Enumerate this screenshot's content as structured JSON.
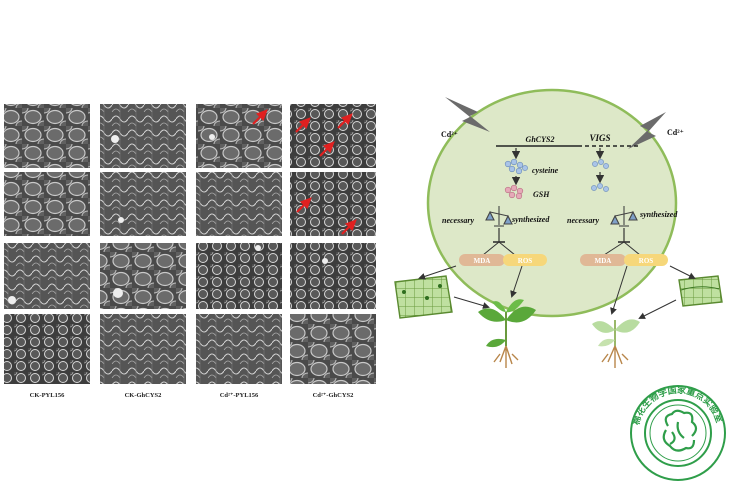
{
  "micrograph_panel": {
    "column_labels": [
      "CK-PYL156",
      "CK-GhCYS2",
      "Cd²⁺-PYL156",
      "Cd²⁺-GhCYS2"
    ],
    "rows": 4,
    "cols": 4
  },
  "mechanism": {
    "cd_label": "Cd²⁺",
    "gene_label": "GhCYS2",
    "vigs_label": "VIGS",
    "cysteine_label": "cysteine",
    "gsh_label": "GSH",
    "necessary_label": "necessary",
    "synthesized_label": "synthesized",
    "mda_label": "MDA",
    "ros_label": "ROS"
  },
  "colors": {
    "cell_fill": "#dde8c8",
    "cell_stroke": "#8fbc5a",
    "mda_pill": "#e0b896",
    "ros_pill": "#f6d77a",
    "molecule": "#a9c4e8",
    "molecule_pink": "#e6a9b8",
    "logo_green": "#2f9e4a"
  },
  "logo": {
    "ring_text": "棉花生物学国家重点实验室"
  }
}
